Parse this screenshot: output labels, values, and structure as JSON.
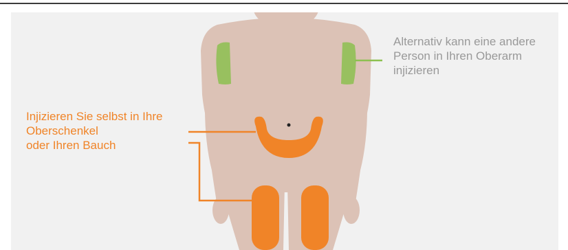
{
  "colors": {
    "self_injection": "#f08428",
    "other_person_injection": "#8cc050",
    "body": "#dcc2b6",
    "text_gray": "#999999",
    "background": "#f1f1f1"
  },
  "labels": {
    "self_injection": {
      "lines": [
        "Injizieren Sie selbst in Ihre",
        "Oberschenkel",
        "oder Ihren Bauch"
      ]
    },
    "other_person": {
      "lines": [
        "Alternativ kann eine andere",
        "Person in Ihren Oberarm",
        "injizieren"
      ]
    }
  },
  "icons": {
    "figure": "human-body-front-silhouette",
    "navel": "navel-dot"
  }
}
